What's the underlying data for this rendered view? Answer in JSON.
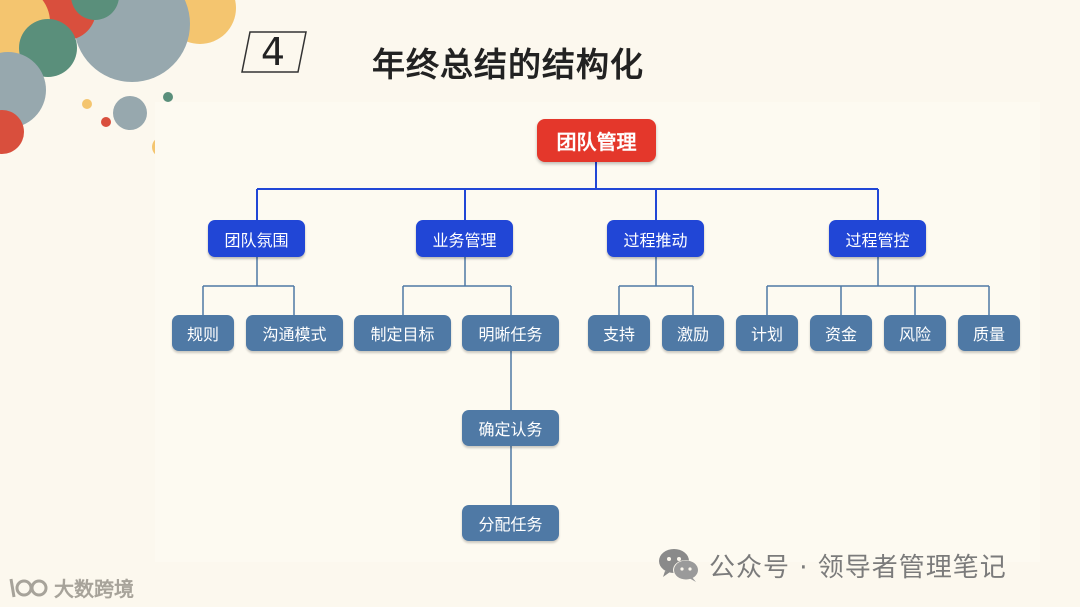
{
  "header": {
    "section_number": "4",
    "title": "年终总结的结构化"
  },
  "diagram": {
    "root": "团队管理",
    "branches": [
      {
        "label": "团队氛围",
        "children": [
          "规则",
          "沟通模式"
        ]
      },
      {
        "label": "业务管理",
        "children": [
          "制定目标",
          "明晰任务"
        ]
      },
      {
        "label": "过程推动",
        "children": [
          "支持",
          "激励"
        ]
      },
      {
        "label": "过程管控",
        "children": [
          "计划",
          "资金",
          "风险",
          "质量"
        ]
      }
    ],
    "chain": [
      "确定认务",
      "分配任务"
    ]
  },
  "watermark": "公众号 · 领导者管理笔记",
  "logo": "大数跨境",
  "colors": {
    "root": "#e4372b",
    "level1": "#2146d6",
    "leaf": "#4f79a5",
    "connector": "#2146d6",
    "background": "#fcf8ee"
  }
}
